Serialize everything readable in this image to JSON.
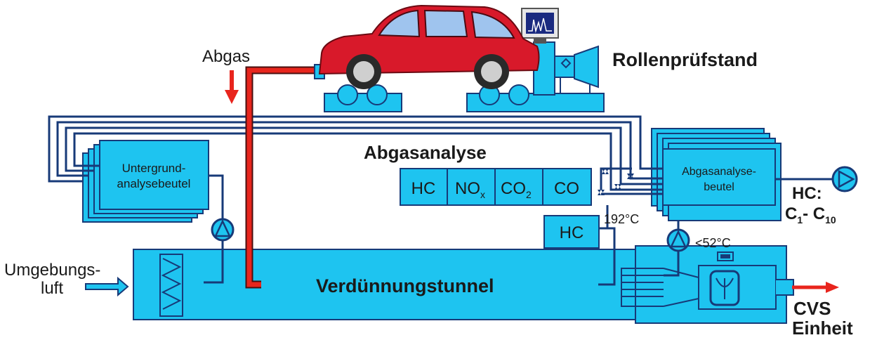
{
  "labels": {
    "abgas": "Abgas",
    "rollenpruefstand": "Rollenprüfstand",
    "abgasanalyse": "Abgasanalyse",
    "untergrund_line1": "Untergrund-",
    "untergrund_line2": "analysebeutel",
    "abgasbeutel_line1": "Abgasanalyse-",
    "abgasbeutel_line2": "beutel",
    "hc_range_prefix": "HC:",
    "hc_range_c": "C",
    "hc_range_sub1": "1",
    "hc_range_dash": "- C",
    "hc_range_sub2": "10",
    "analyzer_hc": "HC",
    "analyzer_no": "NO",
    "analyzer_no_sub": "x",
    "analyzer_co2": "CO",
    "analyzer_co2_sub": "2",
    "analyzer_co": "CO",
    "hc_heated": "HC",
    "temp_192": "192°C",
    "temp_52": "<52°C",
    "umgebungsluft_line1": "Umgebungs-",
    "umgebungsluft_line2": "luft",
    "verduennungstunnel": "Verdünnungstunnel",
    "cvs_line1": "CVS",
    "cvs_line2": "Einheit"
  },
  "colors": {
    "component_fill": "#1ec4f0",
    "pipe": "#173a78",
    "exhaust": "#e8251d",
    "car_body": "#d8192a"
  }
}
